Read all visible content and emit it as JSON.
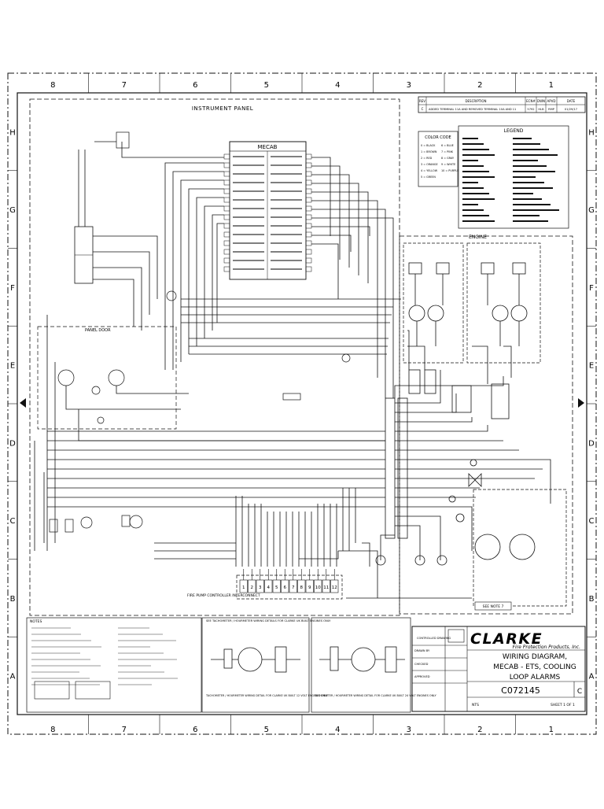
{
  "sheet": {
    "col_labels": [
      "8",
      "7",
      "6",
      "5",
      "4",
      "3",
      "2",
      "1"
    ],
    "row_labels": [
      "H",
      "G",
      "F",
      "E",
      "D",
      "C",
      "B",
      "A"
    ]
  },
  "sections": {
    "instrument_panel": "INSTRUMENT PANEL",
    "mecab": "MECAB",
    "panel_door": "PANEL DOOR",
    "engine": "ENGINE",
    "fire_pump_controller": "FIRE PUMP CONTROLLER INTERCONNECT",
    "color_code": "COLOR CODE",
    "legend": "LEGEND",
    "notes": "NOTES"
  },
  "revision_table": {
    "headers": [
      "REV",
      "DESCRIPTION",
      "ECN#",
      "DWN",
      "APVD",
      "DATE"
    ],
    "row": [
      "C",
      "ADDED TERMINAL 11A AND REMOVED TERMINAL 10A AND 11",
      "5792",
      "HLB",
      "RMP",
      "01/29/17"
    ]
  },
  "color_code": {
    "items": [
      "0 = BLACK",
      "1 = BROWN",
      "2 = RED",
      "3 = ORANGE",
      "4 = YELLOW",
      "5 = GREEN",
      "6 = BLUE",
      "7 = PINK",
      "8 = GRAY",
      "9 = WHITE",
      "10 = PURPLE"
    ]
  },
  "terminal_block": {
    "labels": [
      "1",
      "2",
      "3",
      "4",
      "5",
      "6",
      "7",
      "8",
      "9",
      "10",
      "11",
      "12"
    ]
  },
  "insets": {
    "left_caption": "TACHOMETER / HOURMETER WIRING DETAIL FOR CLARKE UK BUILT 12 VOLT ENGINES ONLY",
    "right_caption": "TACHOMETER / HOURMETER WIRING DETAIL FOR CLARKE UK BUILT 24 VOLT ENGINES ONLY",
    "header_text": "SEE TACHOMETER / HOURMETER WIRING DETAILS FOR CLARKE UK BUILT ENGINES ONLY"
  },
  "engine_notes": {
    "see_note_7": "SEE NOTE 7"
  },
  "title_block": {
    "company": "CLARKE",
    "tagline": "Fire Protection Products, Inc.",
    "title_lines": [
      "WIRING DIAGRAM,",
      "MECAB - ETS, COOLING",
      "LOOP ALARMS"
    ],
    "drawing_number": "C072145",
    "revision": "C",
    "sheet_info": "SHEET 1 OF 1",
    "scale": "NTS",
    "label_controlled": "CONTROLLED DRAWING",
    "label_drawn": "DRAWN BY",
    "label_checked": "CHECKED",
    "label_approved": "APPROVED"
  }
}
